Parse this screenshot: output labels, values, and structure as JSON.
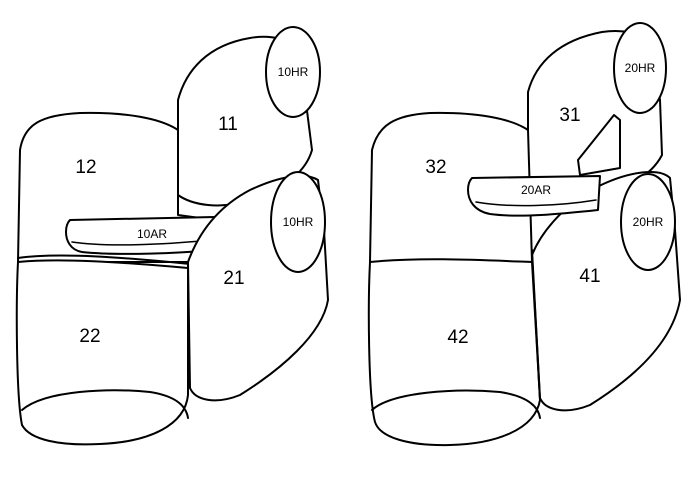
{
  "left_seat": {
    "headrest_rear": "10HR",
    "headrest_front": "10HR",
    "armrest": "10AR",
    "rear_back": "11",
    "left_back": "12",
    "front_back": "21",
    "bottom": "22"
  },
  "right_seat": {
    "headrest_rear": "20HR",
    "headrest_front": "20HR",
    "armrest": "20AR",
    "rear_back": "31",
    "left_back": "32",
    "front_back": "41",
    "bottom": "42"
  },
  "colors": {
    "stroke": "#000000",
    "fill": "#ffffff"
  }
}
